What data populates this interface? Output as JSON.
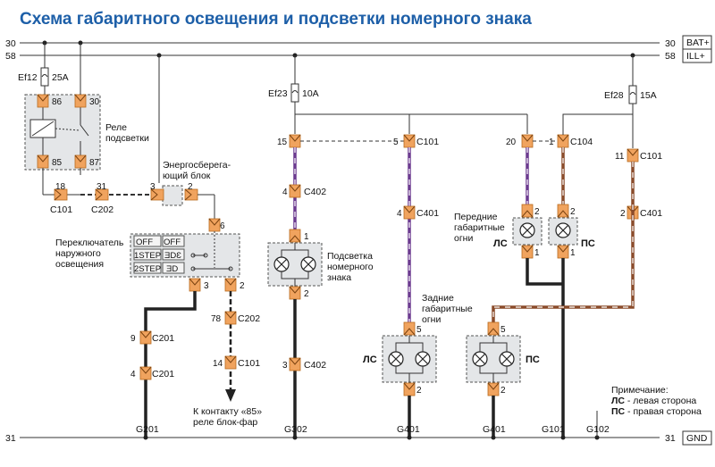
{
  "title": "Схема габаритного освещения и подсветки номерного знака",
  "rails": {
    "bat_left": "30",
    "bat_right": "30",
    "bat_tag": "BAT+",
    "ill_left": "58",
    "ill_right": "58",
    "ill_tag": "ILL+",
    "gnd_left": "31",
    "gnd_right": "31",
    "gnd_tag": "GND"
  },
  "fuses": [
    {
      "name": "Ef12",
      "rating": "25A"
    },
    {
      "name": "Ef23",
      "rating": "10A"
    },
    {
      "name": "Ef28",
      "rating": "15A"
    }
  ],
  "relay": {
    "label_line1": "Реле",
    "label_line2": "подсветки",
    "pins": [
      "86",
      "30",
      "85",
      "87"
    ]
  },
  "energy_block": {
    "label_line1": "Энергосберега-",
    "label_line2": "ющий блок",
    "pin_left": "3",
    "pin_right": "2",
    "pin_bottom": "6"
  },
  "switch": {
    "label_line1": "Переключатель",
    "label_line2": "наружного",
    "label_line3": "освещения",
    "rows": [
      {
        "left": "OFF",
        "right": "OFF"
      },
      {
        "left": "1STEP",
        "right": "ƎDƐ"
      },
      {
        "left": "2STEP",
        "right": "ƎD"
      }
    ],
    "pin_left": "3",
    "pin_right": "2"
  },
  "plate_light": {
    "label_line1": "Подсветка",
    "label_line2": "номерного",
    "label_line3": "знака",
    "pin_top": "1",
    "pin_bottom": "2"
  },
  "rear_lights": {
    "label_line1": "Задние",
    "label_line2": "габаритные",
    "label_line3": "огни",
    "left_side": "ЛС",
    "right_side": "ПС",
    "pin_top": "5",
    "pin_bottom": "2"
  },
  "front_lights": {
    "label_line1": "Передние",
    "label_line2": "габаритные",
    "label_line3": "огни",
    "left_side": "ЛС",
    "right_side": "ПС",
    "pin_top": "2",
    "pin_bottom": "1"
  },
  "connectors": [
    {
      "pin": "18",
      "name": "C101"
    },
    {
      "pin": "31",
      "name": "C202"
    },
    {
      "pin": "15",
      "name": ""
    },
    {
      "pin": "5",
      "name": "C101"
    },
    {
      "pin": "4",
      "name": "C402"
    },
    {
      "pin": "4",
      "name": "C401"
    },
    {
      "pin": "3",
      "name": "C402"
    },
    {
      "pin": "20",
      "name": ""
    },
    {
      "pin": "1",
      "name": "C104"
    },
    {
      "pin": "11",
      "name": "C101"
    },
    {
      "pin": "2",
      "name": "C401"
    },
    {
      "pin": "9",
      "name": "C201"
    },
    {
      "pin": "4",
      "name": "C201"
    },
    {
      "pin": "78",
      "name": "C202"
    },
    {
      "pin": "14",
      "name": "C101"
    }
  ],
  "grounds": [
    "G201",
    "G302",
    "G401",
    "G401",
    "G101",
    "G102"
  ],
  "headlight_relay_note": {
    "line1": "К контакту «85»",
    "line2": "реле блок-фар"
  },
  "note": {
    "heading": "Примечание:",
    "left_abbr": "ЛС",
    "left_text": " - левая сторона",
    "right_abbr": "ПС",
    "right_text": " - правая сторона"
  },
  "colors": {
    "title": "#1d5fa8",
    "connector": "#f0a35e",
    "wire_purple": "#6b3a8f",
    "wire_brown": "#8a4b2a",
    "box_fill": "#e4e6e8"
  }
}
